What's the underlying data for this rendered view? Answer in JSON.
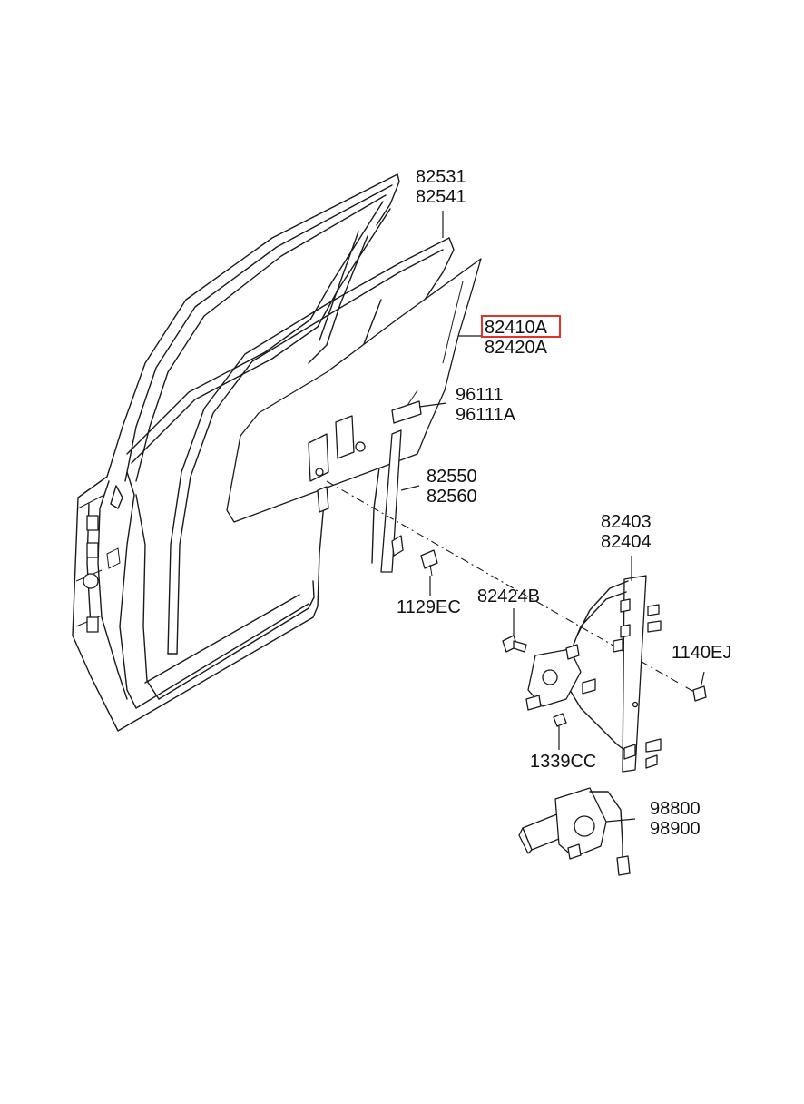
{
  "callouts": [
    {
      "id": "weatherstrip",
      "lines": [
        "82531",
        "82541"
      ],
      "highlight": false
    },
    {
      "id": "glass",
      "lines": [
        "82410A",
        "82420A"
      ],
      "highlight": true
    },
    {
      "id": "label-sticker",
      "lines": [
        "96111",
        "96111A"
      ],
      "highlight": false
    },
    {
      "id": "channel",
      "lines": [
        "82550",
        "82560"
      ],
      "highlight": false
    },
    {
      "id": "regulator",
      "lines": [
        "82403",
        "82404"
      ],
      "highlight": false
    },
    {
      "id": "bolt-channel",
      "lines": [
        "1129EC"
      ],
      "highlight": false
    },
    {
      "id": "bolt-glass",
      "lines": [
        "82424B"
      ],
      "highlight": false
    },
    {
      "id": "bolt-regulator",
      "lines": [
        "1140EJ"
      ],
      "highlight": false
    },
    {
      "id": "nut",
      "lines": [
        "1339CC"
      ],
      "highlight": false
    },
    {
      "id": "motor",
      "lines": [
        "98800",
        "98900"
      ],
      "highlight": false
    }
  ],
  "highlight_color": "#e0322b"
}
